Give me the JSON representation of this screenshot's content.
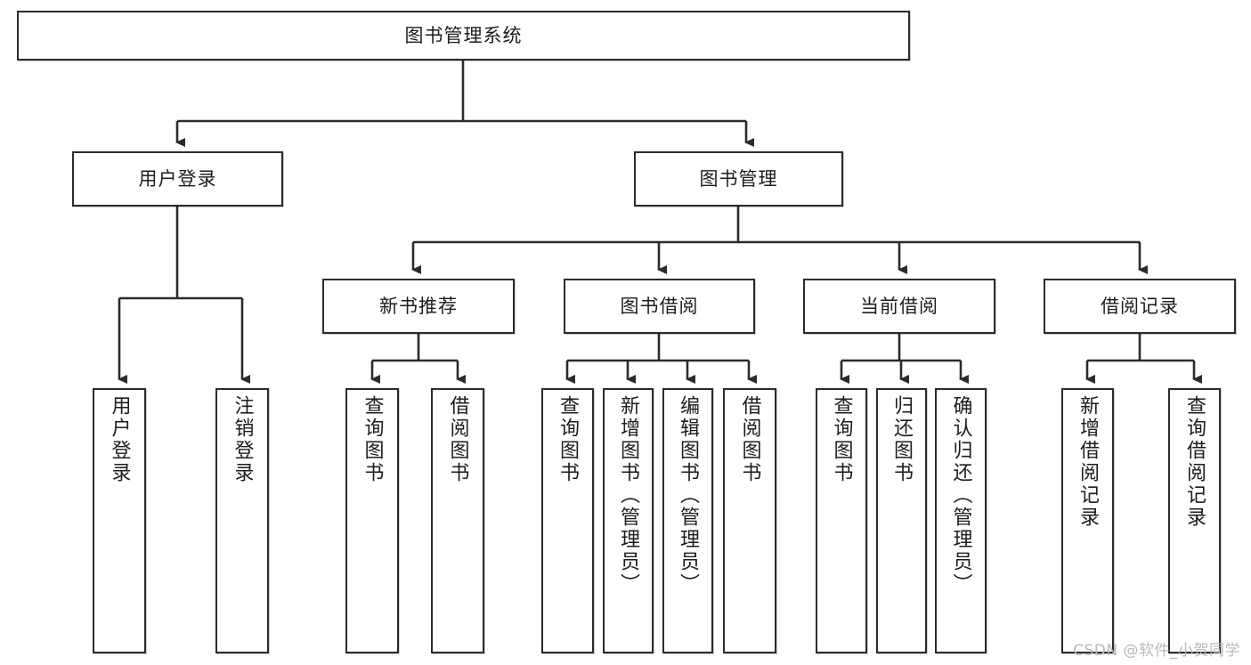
{
  "diagram": {
    "type": "tree-hierarchy",
    "title": "图书管理系统",
    "watermark": "CSDN @软件_小贺同学",
    "colors": {
      "box_border": "#2b2b2b",
      "box_fill": "#ffffff",
      "connector": "#2b2b2b",
      "text": "#1d1d1d",
      "watermark": "#b9b9b9"
    },
    "nodes": {
      "root": {
        "label": "图书管理系统"
      },
      "level1": [
        {
          "label": "用户登录"
        },
        {
          "label": "图书管理"
        }
      ],
      "level2": [
        {
          "label": "新书推荐"
        },
        {
          "label": "图书借阅"
        },
        {
          "label": "当前借阅"
        },
        {
          "label": "借阅记录"
        }
      ],
      "leaves_user_login": [
        {
          "label": "用户登录"
        },
        {
          "label": "注销登录"
        }
      ],
      "leaves_new_book": [
        {
          "label": "查询图书"
        },
        {
          "label": "借阅图书"
        }
      ],
      "leaves_borrow": [
        {
          "label": "查询图书"
        },
        {
          "label": "新增图书（管理员）"
        },
        {
          "label": "编辑图书（管理员）"
        },
        {
          "label": "借阅图书"
        }
      ],
      "leaves_current": [
        {
          "label": "查询图书"
        },
        {
          "label": "归还图书"
        },
        {
          "label": "确认归还（管理员）"
        }
      ],
      "leaves_records": [
        {
          "label": "新增借阅记录"
        },
        {
          "label": "查询借阅记录"
        }
      ]
    }
  }
}
